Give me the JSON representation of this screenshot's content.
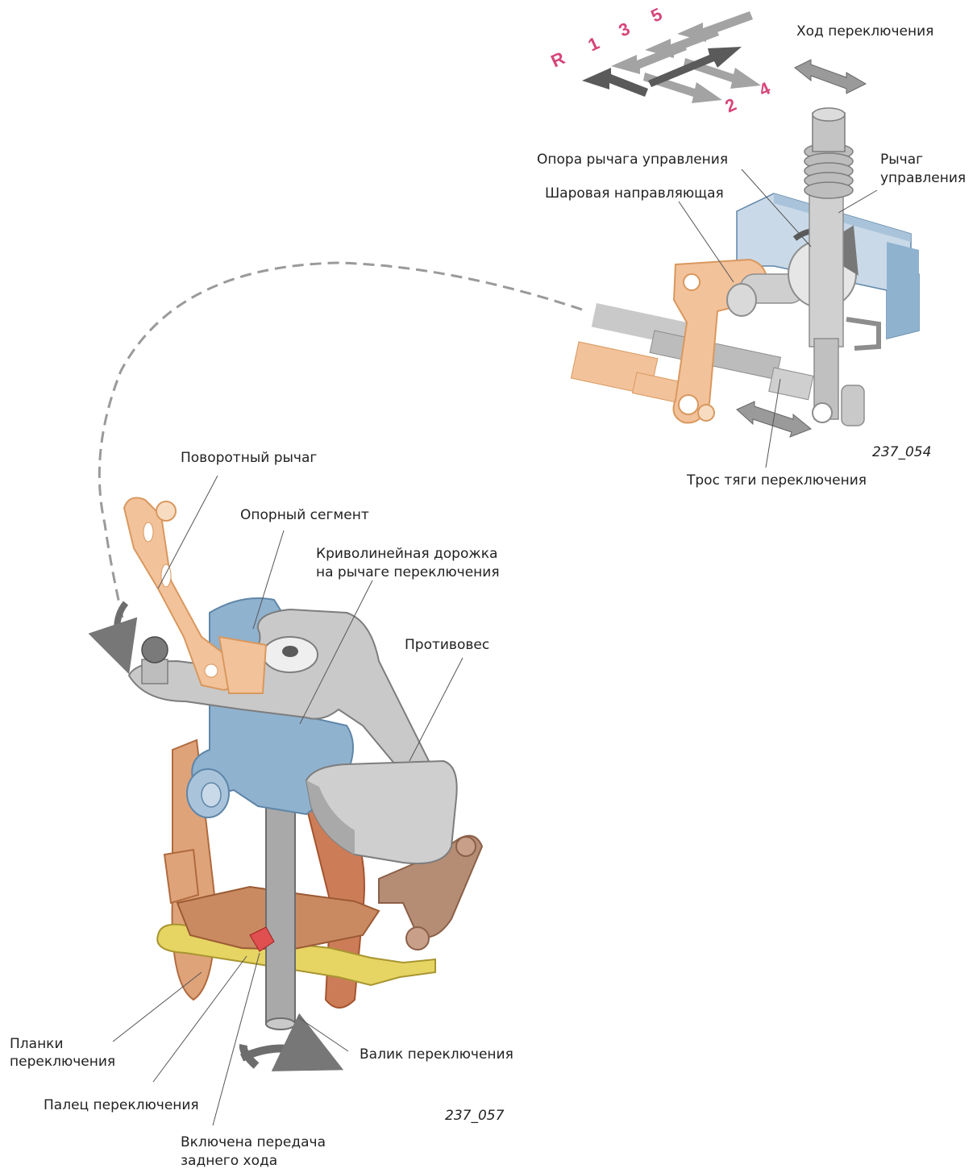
{
  "gear_pattern": {
    "labels": [
      "R",
      "1",
      "3",
      "5",
      "2",
      "4"
    ],
    "label_color": "#d6457a",
    "arrow_dark": "#5a5a5a",
    "arrow_light": "#a3a3a3"
  },
  "labels": {
    "shift_travel": "Ход переключения",
    "lever_support": "Опора рычага управления",
    "control_lever_l1": "Рычаг",
    "control_lever_l2": "управления",
    "ball_guide": "Шаровая направляющая",
    "shift_cable": "Трос тяги переключения",
    "top_code": "237_054",
    "swivel_lever": "Поворотный рычаг",
    "support_segment": "Опорный сегмент",
    "curved_track_l1": "Криволинейная дорожка",
    "curved_track_l2": "на рычаге переключения",
    "counterweight": "Противовес",
    "shift_rails_l1": "Планки",
    "shift_rails_l2": "переключения",
    "shift_shaft": "Валик переключения",
    "shift_finger": "Палец переключения",
    "reverse_l1": "Включена передача",
    "reverse_l2": "заднего хода",
    "bottom_code": "237_057"
  },
  "colors": {
    "orange": "#f2c29b",
    "orange_dark": "#d9985e",
    "copper": "#c9784a",
    "copper_dark": "#a4552f",
    "blue": "#8fb2cf",
    "blue_dark": "#5f86a8",
    "blue_light": "#c9d9e8",
    "gray": "#b9b9b9",
    "gray_dark": "#8d8d8d",
    "gray_light": "#d9d9d9",
    "yellow": "#e3d25a",
    "brown": "#a67c62"
  }
}
